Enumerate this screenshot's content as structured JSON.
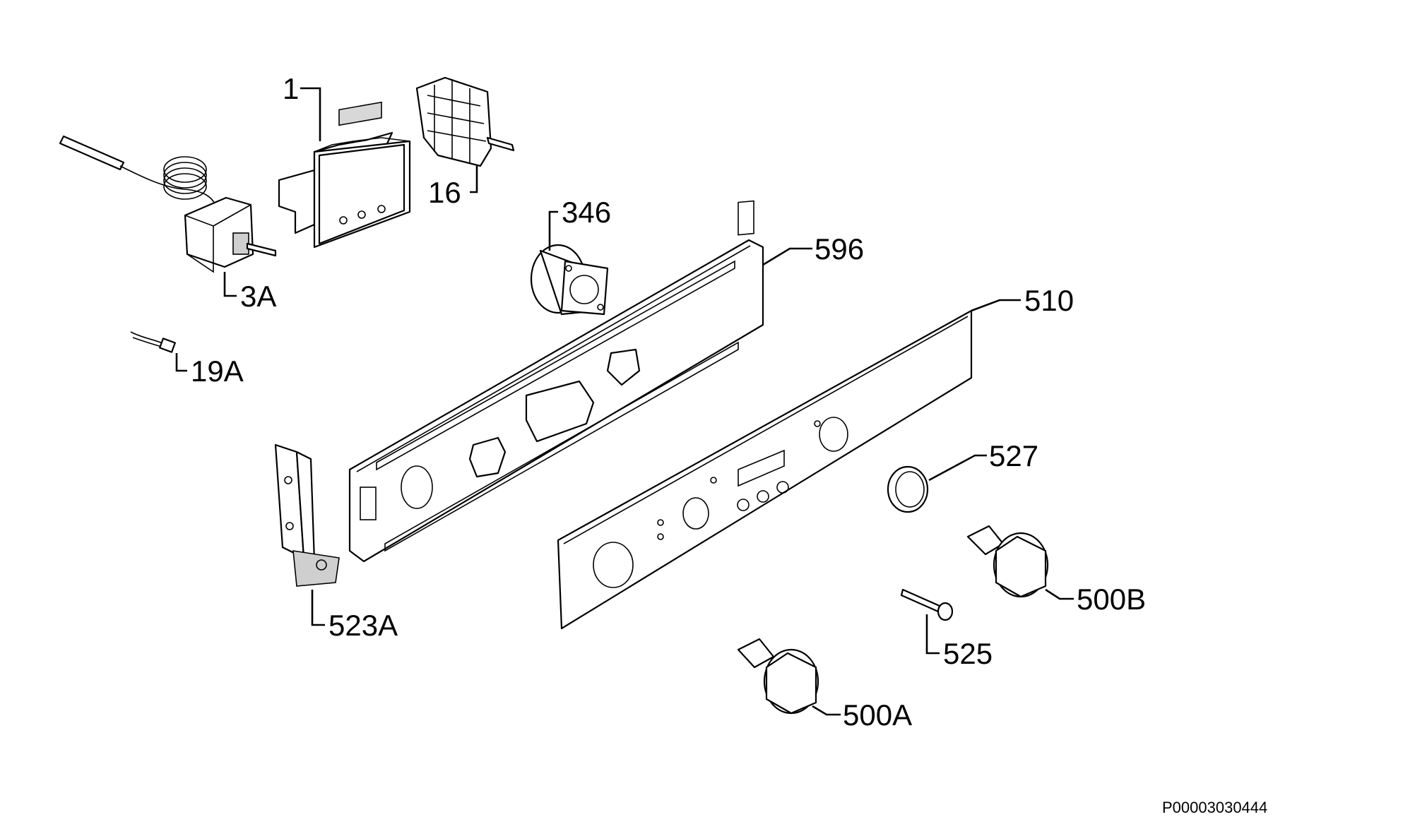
{
  "labels": {
    "l1": "1",
    "l16": "16",
    "l346": "346",
    "l596": "596",
    "l3a": "3A",
    "l19a": "19A",
    "l510": "510",
    "l527": "527",
    "l523a": "523A",
    "l500b": "500B",
    "l525": "525",
    "l500a": "500A"
  },
  "drawing_code": "P00003030444"
}
